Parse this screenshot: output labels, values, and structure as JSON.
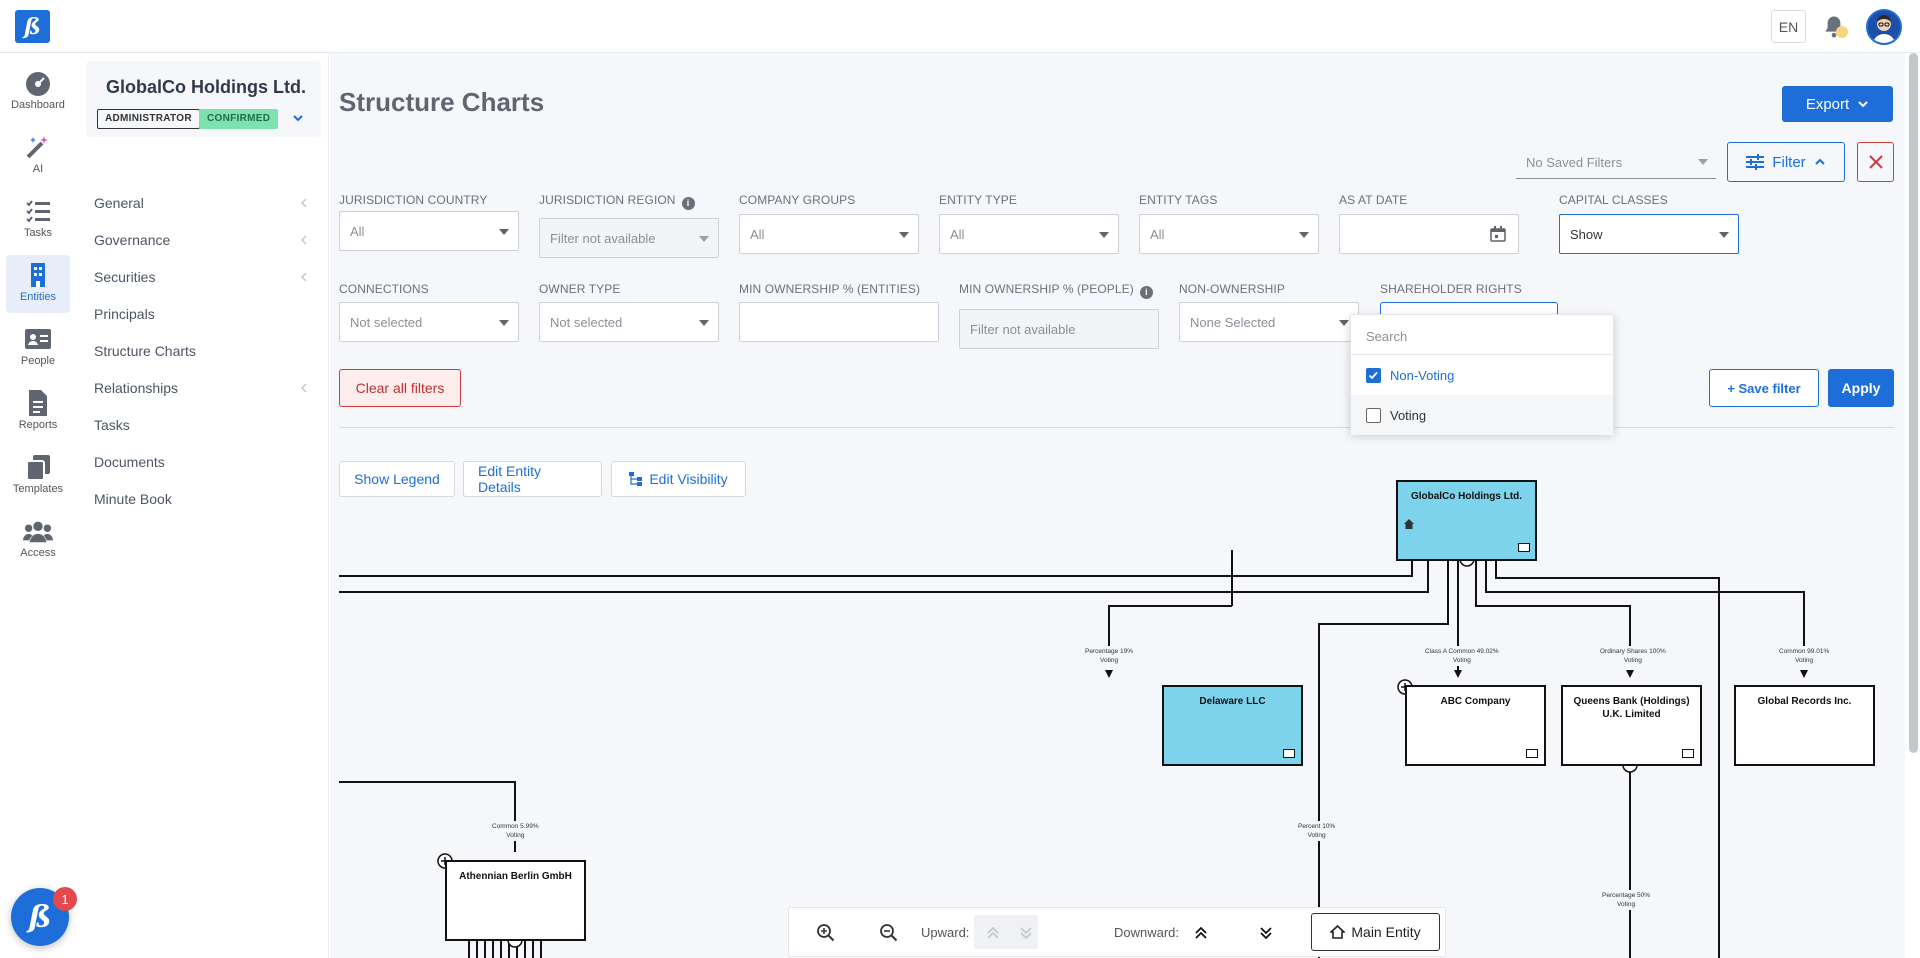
{
  "app": {
    "logo_letter": "ß",
    "language": "EN"
  },
  "rail": [
    {
      "id": "dashboard",
      "label": "Dashboard"
    },
    {
      "id": "ai",
      "label": "AI"
    },
    {
      "id": "tasks",
      "label": "Tasks"
    },
    {
      "id": "entities",
      "label": "Entities",
      "active": true
    },
    {
      "id": "people",
      "label": "People"
    },
    {
      "id": "reports",
      "label": "Reports"
    },
    {
      "id": "templates",
      "label": "Templates"
    },
    {
      "id": "access",
      "label": "Access"
    }
  ],
  "entity": {
    "name": "GlobalCo Holdings Ltd.",
    "role": "ADMINISTRATOR",
    "status": "CONFIRMED"
  },
  "nav": [
    {
      "label": "General",
      "has_children": true
    },
    {
      "label": "Governance",
      "has_children": true
    },
    {
      "label": "Securities",
      "has_children": true
    },
    {
      "label": "Principals",
      "has_children": false
    },
    {
      "label": "Structure Charts",
      "has_children": false
    },
    {
      "label": "Relationships",
      "has_children": true
    },
    {
      "label": "Tasks",
      "has_children": false
    },
    {
      "label": "Documents",
      "has_children": false
    },
    {
      "label": "Minute Book",
      "has_children": false
    }
  ],
  "page": {
    "title": "Structure Charts",
    "export_label": "Export",
    "saved_filters": "No Saved Filters",
    "filter_label": "Filter"
  },
  "filters": {
    "jurisdiction_country": {
      "label": "JURISDICTION COUNTRY",
      "value": "All"
    },
    "jurisdiction_region": {
      "label": "JURISDICTION REGION",
      "value": "Filter not available"
    },
    "company_groups": {
      "label": "COMPANY GROUPS",
      "value": "All"
    },
    "entity_type": {
      "label": "ENTITY TYPE",
      "value": "All"
    },
    "entity_tags": {
      "label": "ENTITY TAGS",
      "value": "All"
    },
    "as_at_date": {
      "label": "AS AT DATE",
      "value": ""
    },
    "capital_classes": {
      "label": "CAPITAL CLASSES",
      "value": "Show"
    },
    "connections": {
      "label": "CONNECTIONS",
      "value": "Not selected"
    },
    "owner_type": {
      "label": "OWNER TYPE",
      "value": "Not selected"
    },
    "min_own_entities": {
      "label": "MIN OWNERSHIP % (ENTITIES)",
      "value": ""
    },
    "min_own_people": {
      "label": "MIN OWNERSHIP % (PEOPLE)",
      "value": "Filter not available"
    },
    "non_ownership": {
      "label": "NON-OWNERSHIP",
      "value": "None Selected"
    },
    "shareholder_rights": {
      "label": "SHAREHOLDER RIGHTS"
    }
  },
  "dropdown": {
    "search_placeholder": "Search",
    "options": [
      {
        "label": "Non-Voting",
        "checked": true
      },
      {
        "label": "Voting",
        "checked": false
      }
    ]
  },
  "actions": {
    "clear": "Clear all filters",
    "save": "+ Save filter",
    "apply": "Apply"
  },
  "toolbar": {
    "legend": "Show Legend",
    "edit_details": "Edit Entity Details",
    "edit_visibility": "Edit Visibility"
  },
  "chart": {
    "nodes": [
      {
        "id": "globalco",
        "name": "GlobalCo Holdings Ltd.",
        "highlight": true
      },
      {
        "id": "delaware",
        "name": "Delaware LLC",
        "highlight": true
      },
      {
        "id": "abc",
        "name": "ABC Company",
        "highlight": false
      },
      {
        "id": "queens",
        "name": "Queens Bank (Holdings) U.K. Limited",
        "highlight": false
      },
      {
        "id": "globalrec",
        "name": "Global Records Inc.",
        "highlight": false
      },
      {
        "id": "athennian",
        "name": "Athennian Berlin GmbH",
        "highlight": false
      }
    ],
    "edges": [
      {
        "id": "e1",
        "line1": "Percentage 19%",
        "line2": "Voting"
      },
      {
        "id": "e2",
        "line1": "Class A Common 49.02%",
        "line2": "Voting"
      },
      {
        "id": "e3",
        "line1": "Ordinary Shares 100%",
        "line2": "Voting"
      },
      {
        "id": "e4",
        "line1": "Common 99.01%",
        "line2": "Voting"
      },
      {
        "id": "e5",
        "line1": "Common 5.99%",
        "line2": "Voting"
      },
      {
        "id": "e6",
        "line1": "Percent 10%",
        "line2": "Voting"
      },
      {
        "id": "e7",
        "line1": "Percentage 50%",
        "line2": "Voting"
      }
    ]
  },
  "bottom": {
    "upward": "Upward:",
    "downward": "Downward:",
    "main_entity": "Main Entity"
  },
  "help": {
    "badge": "1",
    "letter": "ß"
  }
}
